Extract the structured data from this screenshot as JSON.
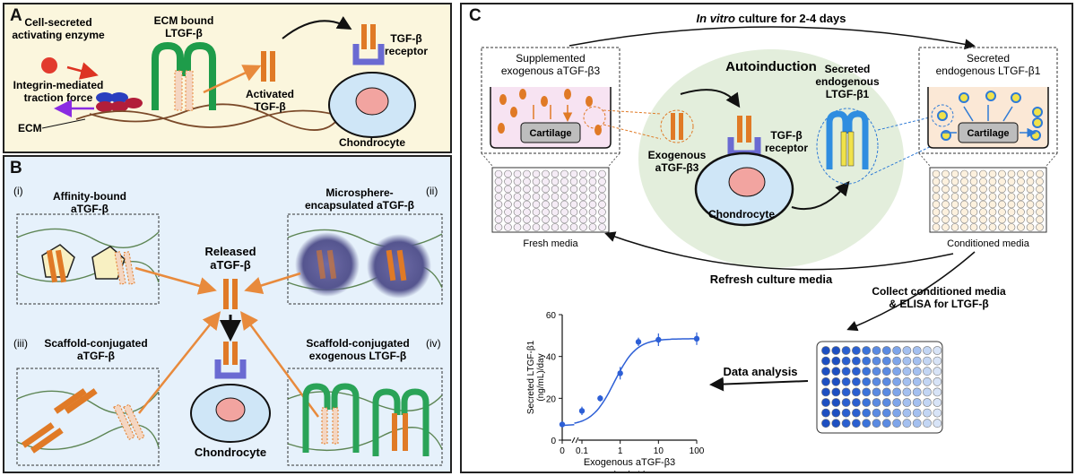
{
  "panels": {
    "A": {
      "label": "A",
      "enzyme": [
        "Cell-secreted",
        "activating enzyme"
      ],
      "ecm_ltgf": [
        "ECM bound",
        "LTGF-β"
      ],
      "integrin": [
        "Integrin-mediated",
        "traction force"
      ],
      "ecm": "ECM",
      "activated": [
        "Activated",
        "TGF-β"
      ],
      "receptor": [
        "TGF-β",
        "receptor"
      ],
      "chondrocyte": "Chondrocyte"
    },
    "B": {
      "label": "B",
      "i": "(i)",
      "ii": "(ii)",
      "iii": "(iii)",
      "iv": "(iv)",
      "affinity": [
        "Affinity-bound",
        "aTGF-β"
      ],
      "microsphere": [
        "Microsphere-",
        "encapsulated aTGF-β"
      ],
      "scaffold_a": [
        "Scaffold-conjugated",
        "aTGF-β"
      ],
      "scaffold_l": [
        "Scaffold-conjugated",
        "exogenous LTGF-β"
      ],
      "released": [
        "Released",
        "aTGF-β"
      ],
      "chondrocyte": "Chondrocyte"
    },
    "C": {
      "label": "C",
      "culture_italic": "In vitro",
      "culture_rest": " culture for 2-4 days",
      "supplemented": [
        "Supplemented",
        "exogenous aTGF-β3"
      ],
      "autoinduction": "Autoinduction",
      "secreted_mid": [
        "Secreted",
        "endogenous",
        "LTGF-β1"
      ],
      "secreted_right": [
        "Secreted",
        "endogenous LTGF-β1"
      ],
      "cartilage": "Cartilage",
      "exogenous": [
        "Exogenous",
        "aTGF-β3"
      ],
      "receptor": [
        "TGF-β",
        "receptor"
      ],
      "chondrocyte": "Chondrocyte",
      "fresh": "Fresh media",
      "conditioned": "Conditioned media",
      "refresh": "Refresh culture media",
      "collect": [
        "Collect conditioned media",
        "& ELISA for LTGF-β"
      ],
      "data_analysis": "Data analysis"
    }
  },
  "chart_data": {
    "type": "scatter",
    "xlabel": [
      "Exogenous aTGF-β3",
      "(ng/mL)"
    ],
    "ylabel": [
      "Secreted LTGF-β1",
      "(ng/mL)/day"
    ],
    "x_tick_labels": [
      "0",
      "0.1",
      "1",
      "10",
      "100"
    ],
    "y_ticks": [
      0,
      20,
      40,
      60
    ],
    "ylim": [
      0,
      60
    ],
    "x_log": true,
    "points": [
      {
        "x": 0,
        "y": 7.5,
        "err": 1
      },
      {
        "x": 0.1,
        "y": 14,
        "err": 2
      },
      {
        "x": 0.3,
        "y": 20,
        "err": 1.5
      },
      {
        "x": 1,
        "y": 32,
        "err": 3
      },
      {
        "x": 3,
        "y": 47,
        "err": 2
      },
      {
        "x": 10,
        "y": 48,
        "err": 3
      },
      {
        "x": 100,
        "y": 48.5,
        "err": 3
      }
    ],
    "fit_color": "#2d5fd6"
  }
}
